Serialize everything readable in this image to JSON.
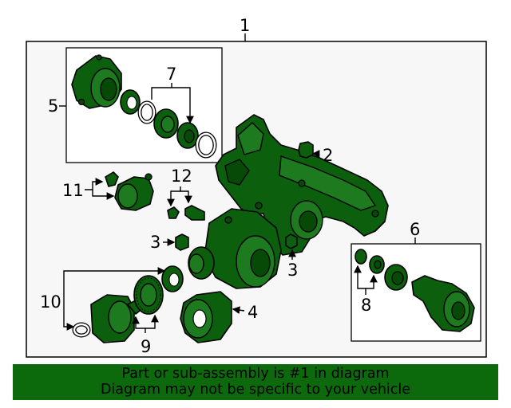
{
  "callouts": {
    "c1": "1",
    "c2": "2",
    "c3a": "3",
    "c3b": "3",
    "c4": "4",
    "c5": "5",
    "c6": "6",
    "c7": "7",
    "c8": "8",
    "c9": "9",
    "c10": "10",
    "c11": "11",
    "c12": "12"
  },
  "banner": {
    "line1": "Part or sub-assembly is #1 in diagram",
    "line2": "Diagram may not be specific to your vehicle"
  },
  "colors": {
    "part_fill": "#0c5f0c",
    "banner_bg": "#0c6a0c",
    "panel_bg": "#f7f7f7"
  }
}
